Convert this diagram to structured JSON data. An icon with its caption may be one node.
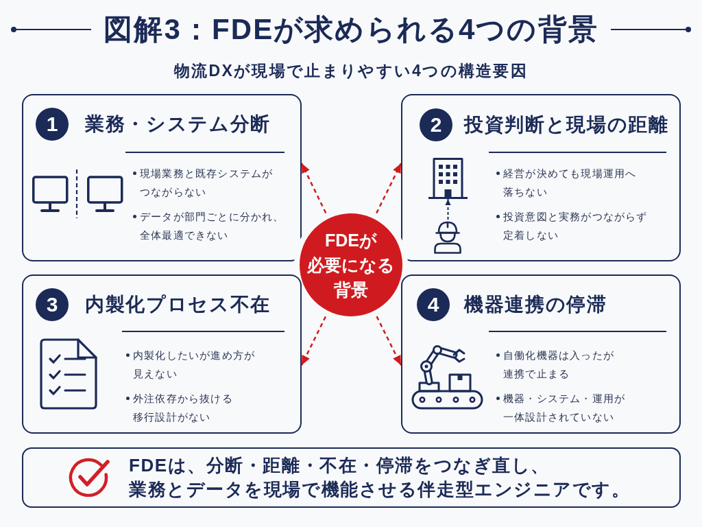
{
  "diagram": {
    "title": "図解3：FDEが求められる4つの背景",
    "nodes": [
      {
        "text": [
          "1",
          "業務・システム分断",
          "現場業務と既存システムがつながらない",
          "データが部門ごとに分かれ、全体最適できない"
        ]
      },
      {
        "text": [
          "2",
          "投資判断と現場の距離",
          "経営が決めても現場運用へ落ちない",
          "投資意図と実務がつながらず定着しない"
        ]
      },
      {
        "text": [],
        "shape": "building",
        "in": 1
      },
      {
        "text": [],
        "shape": "person",
        "in": 1
      },
      {
        "text": [
          "FDEが必要になる背景"
        ]
      },
      {
        "text": [
          "3",
          "内製化プロセス不在",
          "内製化したいが進め方が見えない",
          "外注依存から抜ける移行設計がない"
        ]
      },
      {
        "text": [
          "4",
          "機器連携の停滞",
          "自働化機器は入ったが連携で止まる",
          "機器・システム・運用が一体設計されていない"
        ]
      },
      {
        "text": [
          "FDEは、分断・距離・不在・停滞をつなぎ直し、業務とデータを現場で機能させる伴走型エンジニアです。"
        ]
      }
    ],
    "edges": [
      {
        "from": 4,
        "to": 0,
        "arrow": "to",
        "style": "dashed"
      },
      {
        "from": 4,
        "to": 1,
        "arrow": "to",
        "style": "dashed"
      },
      {
        "from": 4,
        "to": 5,
        "arrow": "to",
        "style": "dashed"
      },
      {
        "from": 4,
        "to": 6,
        "arrow": "to",
        "style": "dashed"
      },
      {
        "from": 3,
        "to": 2,
        "arrow": "to",
        "style": "dashed",
        "color": "#1b2a56"
      }
    ],
    "labels": [
      "物流DXが現場で止まりやすい4つの構造要因"
    ]
  }
}
